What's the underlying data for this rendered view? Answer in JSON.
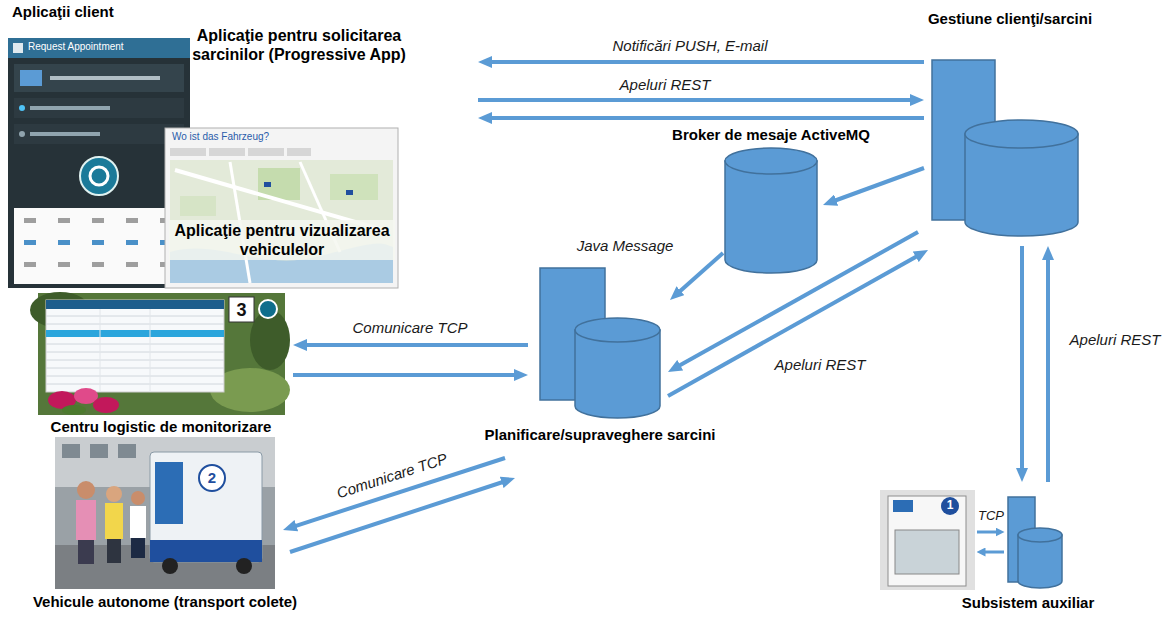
{
  "diagram": {
    "nodes": [
      {
        "text": [
          "Aplicaţii client"
        ]
      },
      {
        "text": [
          "Aplicaţie pentru solicitarea sarcinilor (Progressive App)"
        ],
        "in": 0
      },
      {
        "text": [
          "Aplicaţie pentru vizualizarea vehiculelor"
        ],
        "in": 0
      },
      {
        "text": [
          "Gestiune clienţi/sarcini"
        ]
      },
      {
        "text": [
          "Broker de mesaje ActiveMQ"
        ]
      },
      {
        "text": [
          "Centru logistic de monitorizare"
        ]
      },
      {
        "text": [
          "Planificare/supraveghere sarcini"
        ]
      },
      {
        "text": [
          "Vehicule autonome (transport colete)"
        ]
      },
      {
        "text": [
          "Subsistem auxiliar"
        ]
      }
    ],
    "edges": [
      {
        "from": 3,
        "to": 0,
        "label": "Notificări PUSH, E-mail",
        "arrow": "to"
      },
      {
        "from": 0,
        "to": 3,
        "label": "Apeluri REST",
        "arrow": "to"
      },
      {
        "from": 3,
        "to": 0,
        "arrow": "to"
      },
      {
        "from": 3,
        "to": 4,
        "arrow": "to"
      },
      {
        "from": 4,
        "to": 6,
        "label": "Java Message",
        "arrow": "to"
      },
      {
        "from": 6,
        "to": 5,
        "label": "Comunicare TCP",
        "arrow": "to"
      },
      {
        "from": 5,
        "to": 6,
        "arrow": "to"
      },
      {
        "from": 6,
        "to": 7,
        "label": "Comunicare TCP",
        "arrow": "to"
      },
      {
        "from": 7,
        "to": 6,
        "arrow": "to"
      },
      {
        "from": 3,
        "to": 6,
        "arrow": "to"
      },
      {
        "from": 6,
        "to": 3,
        "label": "Apeluri REST",
        "arrow": "to"
      },
      {
        "from": 3,
        "to": 8,
        "arrow": "to"
      },
      {
        "from": 8,
        "to": 3,
        "label": "Apeluri REST",
        "arrow": "to"
      }
    ],
    "labels": [
      "Request Appointment",
      "Wo ist das Fahrzeug?",
      "3",
      "2",
      "TCP",
      "1"
    ]
  }
}
